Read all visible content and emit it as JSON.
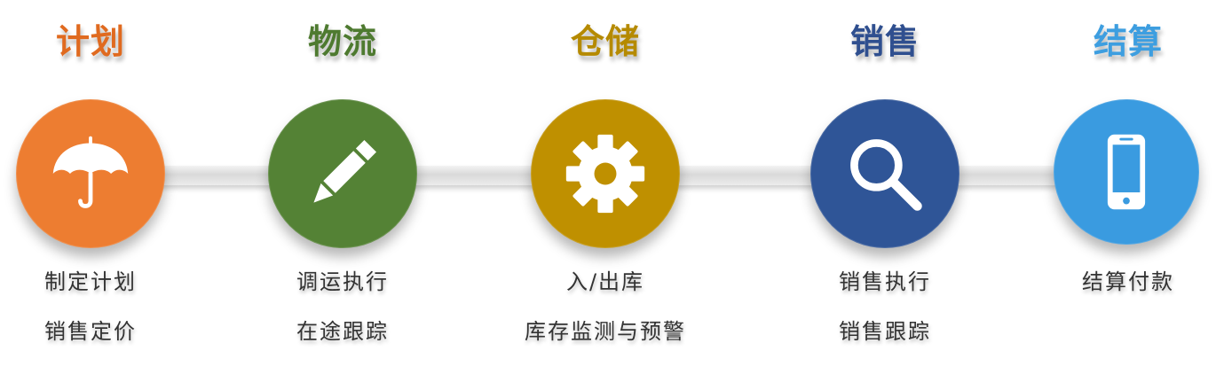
{
  "stages": [
    {
      "title": "计划",
      "color": "#ed7d31",
      "icon": "umbrella-icon",
      "items": [
        "制定计划",
        "销售定价"
      ]
    },
    {
      "title": "物流",
      "color": "#548235",
      "icon": "pencil-icon",
      "items": [
        "调运执行",
        "在途跟踪"
      ]
    },
    {
      "title": "仓储",
      "color": "#bf9000",
      "icon": "gear-icon",
      "items": [
        "入/出库",
        "库存监测与预警"
      ]
    },
    {
      "title": "销售",
      "color": "#2f5597",
      "icon": "magnifier-icon",
      "items": [
        "销售执行",
        "销售跟踪"
      ]
    },
    {
      "title": "结算",
      "color": "#3a9be0",
      "icon": "mobile-phone-icon",
      "items": [
        "结算付款"
      ]
    }
  ]
}
